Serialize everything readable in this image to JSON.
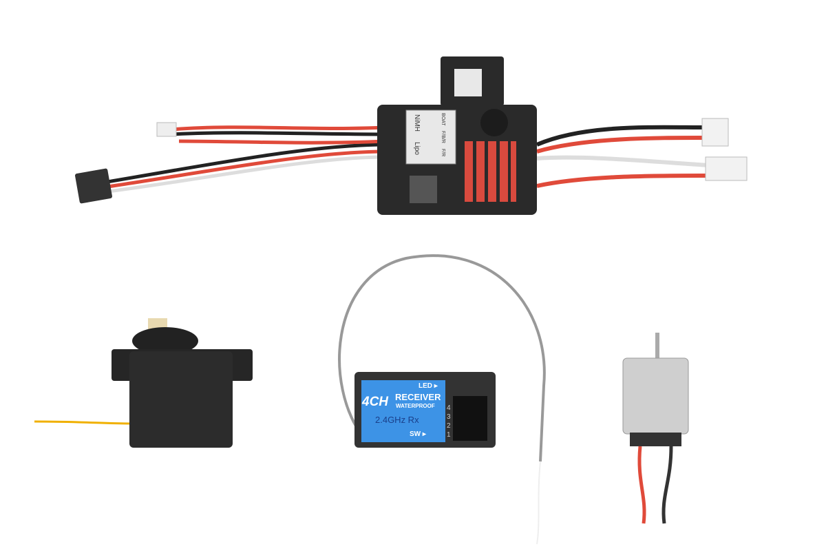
{
  "receiver": {
    "channels": "4CH",
    "title": "RECEIVER",
    "subtitle": "WATERPROOF",
    "frequency": "2.4GHz Rx",
    "led_label": "LED ▸",
    "sw_label": "SW ▸",
    "pin_numbers": [
      "4",
      "3",
      "2",
      "1"
    ]
  },
  "esc": {
    "labels": [
      "NiMH",
      "Lipo",
      "BOAT",
      "F/B/R",
      "F/R"
    ]
  },
  "colors": {
    "red_wire": "#e04a3a",
    "heatsink": "#d94a3e",
    "receiver_label": "#2f8fe0",
    "body": "#2a2a2a"
  }
}
